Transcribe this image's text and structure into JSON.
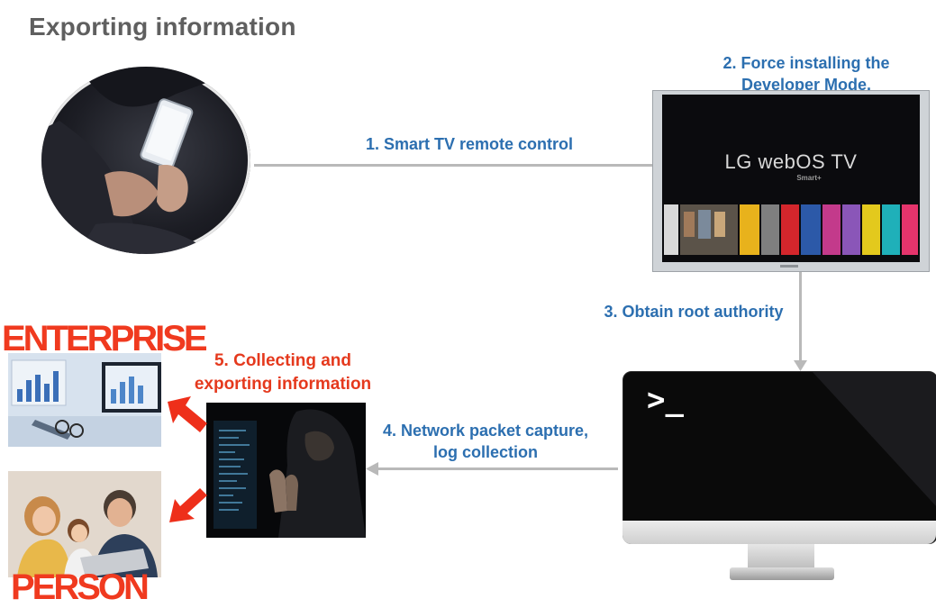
{
  "title": "Exporting information",
  "steps": {
    "s1": "1. Smart TV remote control",
    "s2_line1": "2. Force installing the",
    "s2_line2": "Developer Mode.",
    "s3": "3. Obtain root authority",
    "s4_line1": "4. Network packet capture,",
    "s4_line2": "log collection",
    "s5_line1": "5. Collecting and",
    "s5_line2": "exporting information"
  },
  "targets": {
    "enterprise": "ENTERPRISE",
    "person": "PERSON"
  },
  "tv": {
    "brand": "LG webOS TV",
    "sub": "Smart+"
  },
  "terminal": {
    "prompt": ">_"
  },
  "colors": {
    "step_blue": "#2c6fb0",
    "accent_red": "#e5391d",
    "connector_gray": "#b9b9b9",
    "title_gray": "#5f5f5f"
  }
}
